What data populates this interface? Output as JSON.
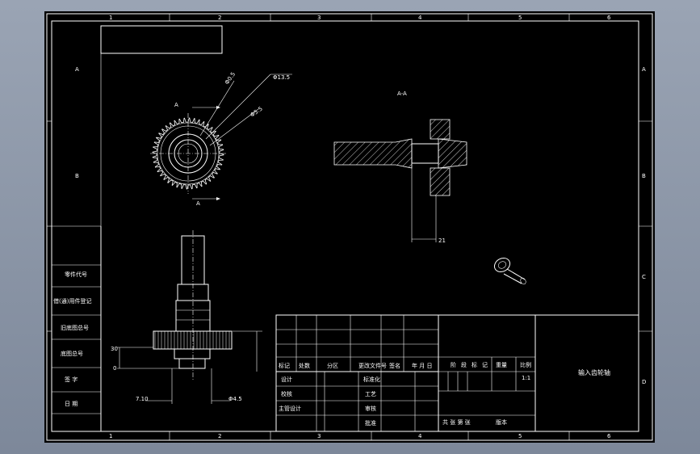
{
  "colors": {
    "background": "#000000",
    "lines": "#ffffff",
    "viewport": "#8f9aab"
  },
  "frame": {
    "columns": [
      "1",
      "2",
      "3",
      "4",
      "5",
      "6"
    ],
    "rows": [
      "A",
      "B",
      "C",
      "D"
    ]
  },
  "views": {
    "section_title": "A-A",
    "section_mark": "A",
    "dims": {
      "d1": "Φ13.5",
      "d2": "Φ0.5",
      "d3": "Φ5.5",
      "left": "7.10",
      "right": "Φ4.5",
      "h1": "30",
      "h2": "0",
      "h3": "21"
    }
  },
  "left_labels": [
    "零件代号",
    "借(通)用件登记",
    "旧底图总号",
    "底图总号",
    "签  字",
    "日  期"
  ],
  "title_block": {
    "header": [
      "标记",
      "处数",
      "分区",
      "更改文件号",
      "签名",
      "年 月 日"
    ],
    "row1": [
      "设计",
      "标准化"
    ],
    "row2": [
      "校核",
      "工艺"
    ],
    "row3": [
      "主管设计",
      "审核"
    ],
    "row4": [
      "批准"
    ],
    "stage": [
      "阶",
      "段",
      "标",
      "记"
    ],
    "weight": "重量",
    "scale_label": "比例",
    "scale_value": "1:1",
    "sheets": "共  张  第  张",
    "version": "版本",
    "part_name": "输入齿轮轴"
  }
}
